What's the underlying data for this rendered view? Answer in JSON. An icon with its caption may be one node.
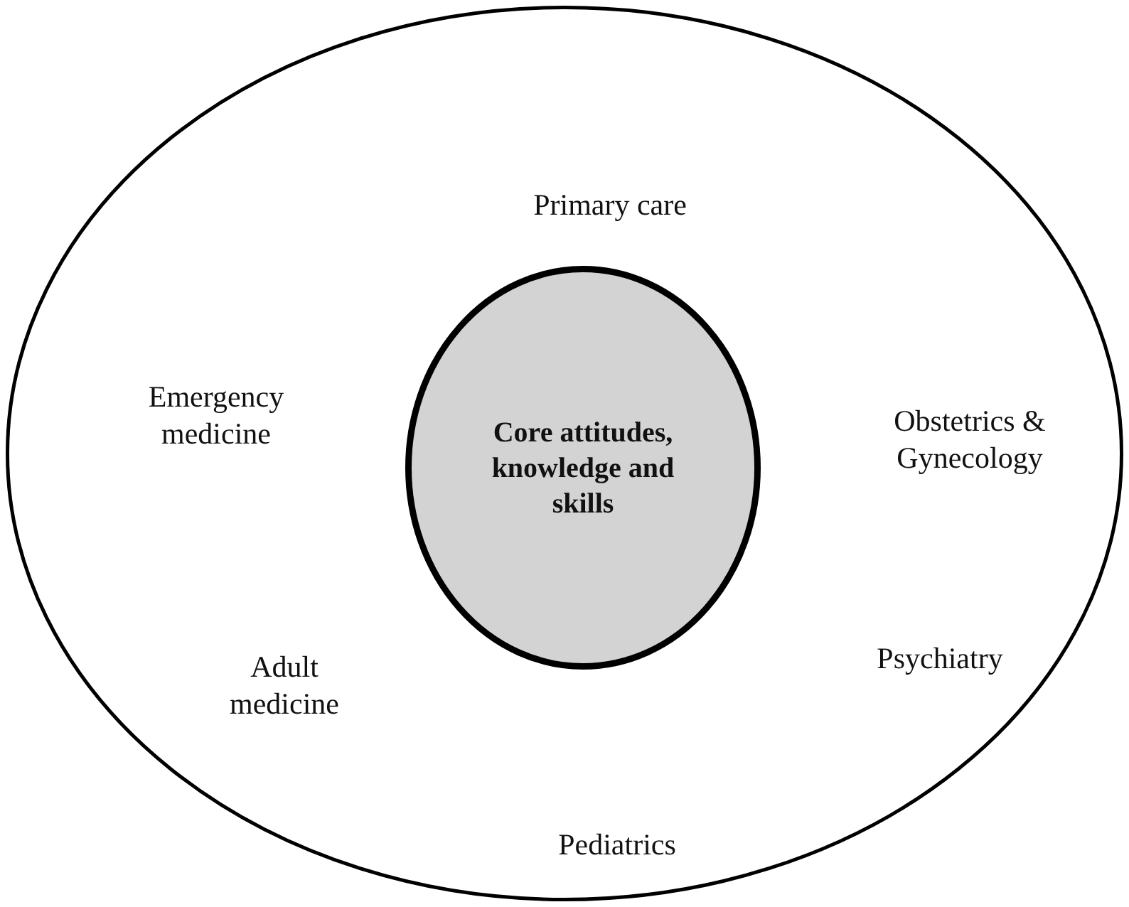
{
  "diagram": {
    "nodes": [
      {
        "text": [
          "Primary care",
          "Emergency medicine",
          "Obstetrics & Gynecology",
          "Adult medicine",
          "Psychiatry",
          "Pediatrics"
        ]
      },
      {
        "text": [
          "Core attitudes, knowledge and skills"
        ],
        "in": 0
      }
    ]
  }
}
